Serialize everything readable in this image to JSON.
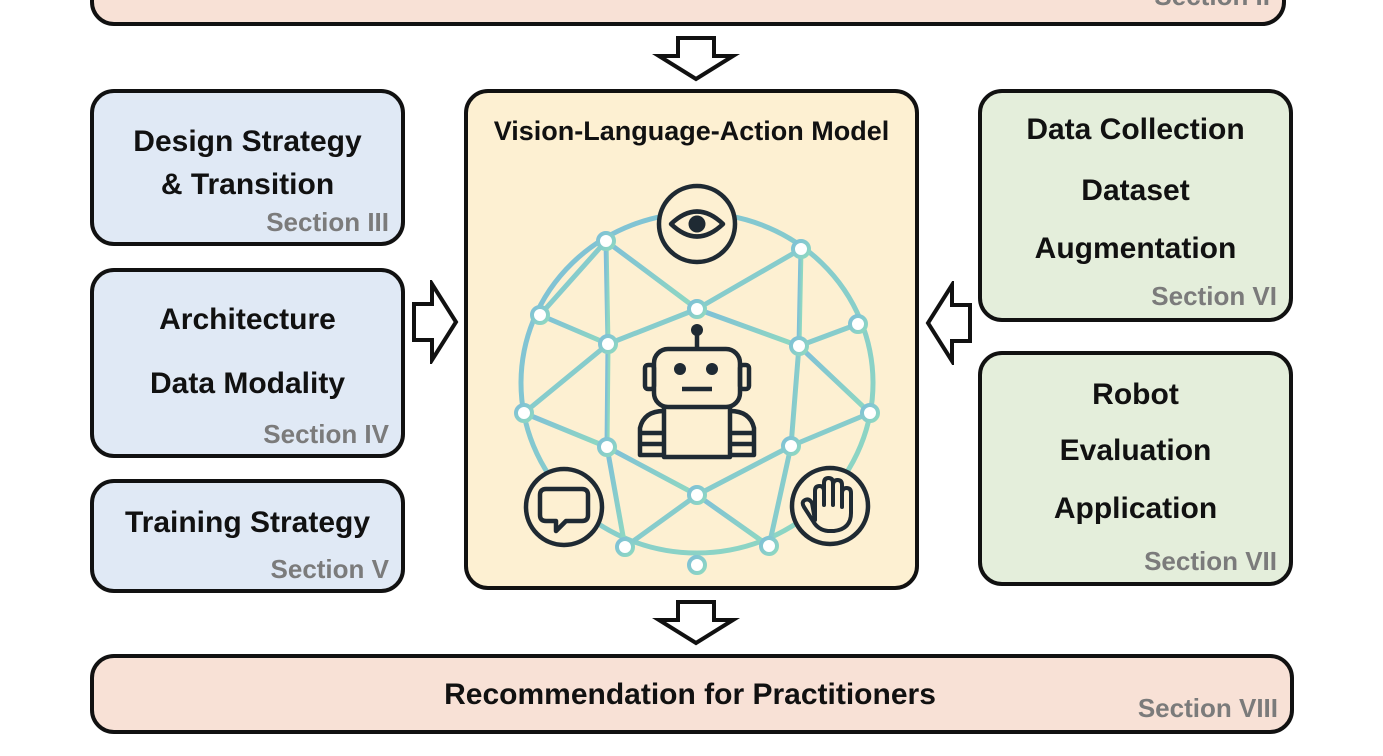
{
  "top_box": {
    "section": "Section II"
  },
  "center": {
    "title": "Vision-Language-Action Model"
  },
  "left_boxes": [
    {
      "lines": [
        "Design Strategy",
        "& Transition"
      ],
      "section": "Section III"
    },
    {
      "lines": [
        "Architecture",
        "Data Modality"
      ],
      "section": "Section IV"
    },
    {
      "lines": [
        "Training Strategy"
      ],
      "section": "Section V"
    }
  ],
  "right_boxes": [
    {
      "lines": [
        "Data Collection",
        "Dataset",
        "Augmentation"
      ],
      "section": "Section VI"
    },
    {
      "lines": [
        "Robot",
        "Evaluation",
        "Application"
      ],
      "section": "Section VII"
    }
  ],
  "bottom_box": {
    "title": "Recommendation for Practitioners",
    "section": "Section VIII"
  },
  "icons": [
    "eye-icon",
    "robot-icon",
    "chat-bubble-icon",
    "hand-icon",
    "network-graph-icon"
  ],
  "colors": {
    "left_fill": "#e0e9f5",
    "right_fill": "#e4eedb",
    "top_bottom_fill": "#f8e1d6",
    "center_fill": "#fdf0d2",
    "network_start": "#7ebfd8",
    "network_end": "#8fd9c0",
    "section_text": "#7b7b7b"
  }
}
